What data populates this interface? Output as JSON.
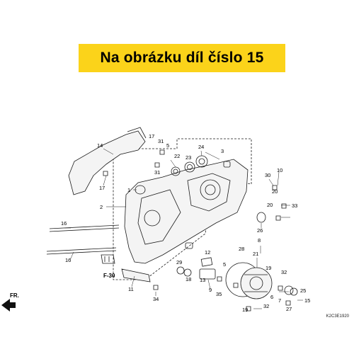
{
  "banner": {
    "text": "Na obrázku díl číslo 15"
  },
  "reference_code": "K2C3E1920",
  "direction_label": "FR.",
  "section_ref": "F-30",
  "colors": {
    "banner_bg": "#fbd31a",
    "line": "#1a1a1a"
  },
  "callouts": [
    "14",
    "17",
    "31",
    "5",
    "22",
    "23",
    "24",
    "3",
    "17",
    "31",
    "30",
    "10",
    "1",
    "20",
    "2",
    "33",
    "20",
    "26",
    "16",
    "16",
    "28",
    "8",
    "12",
    "21",
    "19",
    "32",
    "29",
    "18",
    "13",
    "5",
    "6",
    "25",
    "9",
    "35",
    "15",
    "7",
    "11",
    "34",
    "19",
    "32",
    "27"
  ]
}
